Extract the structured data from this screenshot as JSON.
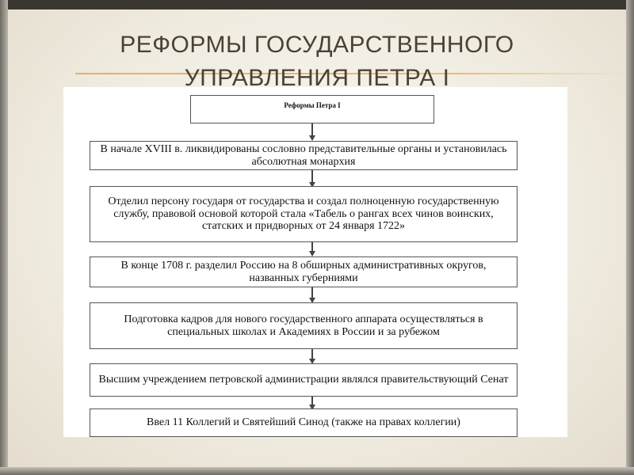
{
  "slide": {
    "title_line1": "РЕФОРМЫ ГОСУДАРСТВЕННОГО",
    "title_line2": "УПРАВЛЕНИЯ ПЕТРА I"
  },
  "diagram": {
    "header": "Реформы Петра I",
    "steps": [
      "В начале XVIII в. ликвидированы сословно представительные органы и установилась абсолютная монархия",
      "Отделил персону государя от государства и создал полноценную государственную службу, правовой основой которой стала «Табель о рангах всех чинов воинских, статских и придворных от 24 января 1722»",
      "В конце 1708 г. разделил Россию на 8 обширных административных округов, названных губерниями",
      "Подготовка кадров для нового государственного аппарата осуществляться в специальных школах и Академиях в России и за рубежом",
      "Высшим учреждением петровской администрации являлся правительствующий Сенат",
      "Ввел 11 Коллегий и Святейший Синод (также на правах коллегии)"
    ]
  },
  "colors": {
    "title": "#4a4236",
    "accent_line": "#e2b35c",
    "frame": "#3a3630",
    "background": "#f1ece1",
    "box_border": "#555555"
  }
}
